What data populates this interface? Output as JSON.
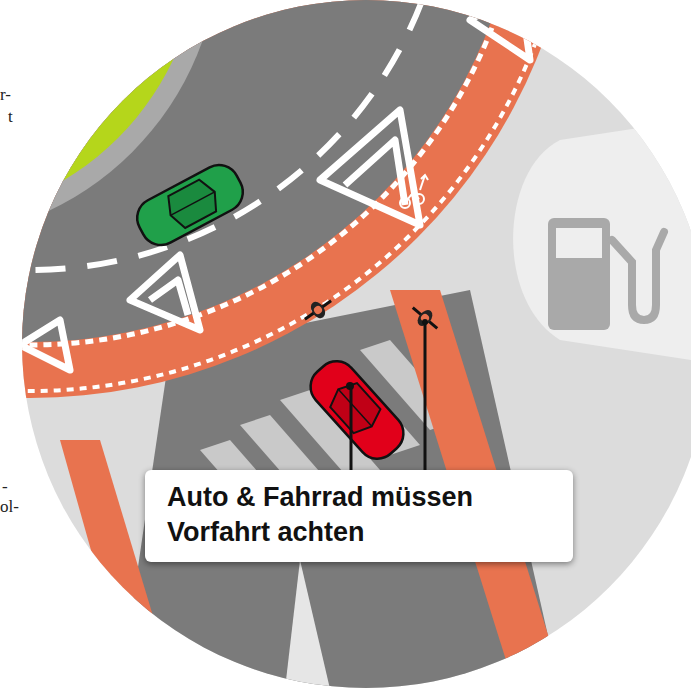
{
  "diagram": {
    "nodes": [
      {
        "text": [
          "Auto & Fahrrad müssen Vorfahrt achten"
        ]
      }
    ],
    "labels": [
      "r-",
      "t",
      "-",
      "ol-"
    ]
  }
}
